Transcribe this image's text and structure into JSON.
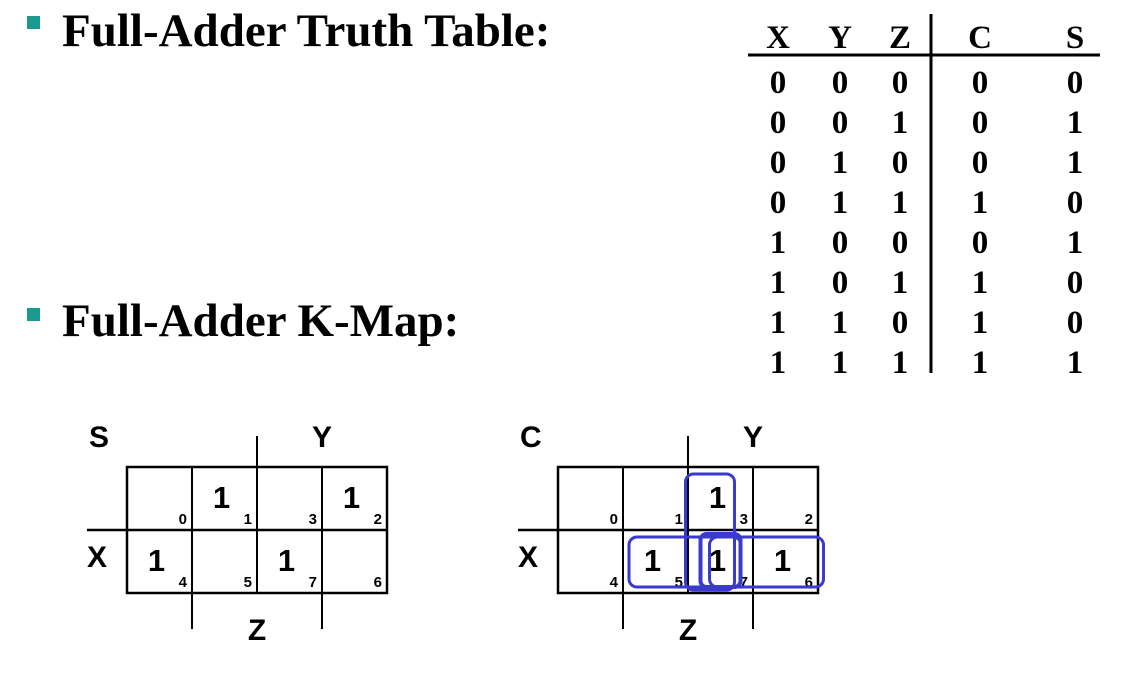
{
  "headings": {
    "truth_table": "Full-Adder Truth Table:",
    "kmap": "Full-Adder K-Map:"
  },
  "colors": {
    "bullet": "#1a9a8e",
    "group_outline": "#3a3acc"
  },
  "truth_table": {
    "columns": [
      "X",
      "Y",
      "Z",
      "C",
      "S"
    ],
    "rows": [
      [
        "0",
        "0",
        "0",
        "0",
        "0"
      ],
      [
        "0",
        "0",
        "1",
        "0",
        "1"
      ],
      [
        "0",
        "1",
        "0",
        "0",
        "1"
      ],
      [
        "0",
        "1",
        "1",
        "1",
        "0"
      ],
      [
        "1",
        "0",
        "0",
        "0",
        "1"
      ],
      [
        "1",
        "0",
        "1",
        "1",
        "0"
      ],
      [
        "1",
        "1",
        "0",
        "1",
        "0"
      ],
      [
        "1",
        "1",
        "1",
        "1",
        "1"
      ]
    ]
  },
  "kmaps": [
    {
      "output": "S",
      "row_var": "X",
      "col_var_top": "Y",
      "col_var_bottom": "Z",
      "cells": [
        [
          {
            "value": "",
            "index": "0"
          },
          {
            "value": "1",
            "index": "1"
          },
          {
            "value": "",
            "index": "3"
          },
          {
            "value": "1",
            "index": "2"
          }
        ],
        [
          {
            "value": "1",
            "index": "4"
          },
          {
            "value": "",
            "index": "5"
          },
          {
            "value": "1",
            "index": "7"
          },
          {
            "value": "",
            "index": "6"
          }
        ]
      ]
    },
    {
      "output": "C",
      "row_var": "X",
      "col_var_top": "Y",
      "col_var_bottom": "Z",
      "cells": [
        [
          {
            "value": "",
            "index": "0"
          },
          {
            "value": "",
            "index": "1"
          },
          {
            "value": "1",
            "index": "3"
          },
          {
            "value": "",
            "index": "2"
          }
        ],
        [
          {
            "value": "",
            "index": "4"
          },
          {
            "value": "1",
            "index": "5"
          },
          {
            "value": "1",
            "index": "7"
          },
          {
            "value": "1",
            "index": "6"
          }
        ]
      ],
      "groups": [
        "m3-m7",
        "m5-m7",
        "m7-m6"
      ]
    }
  ]
}
